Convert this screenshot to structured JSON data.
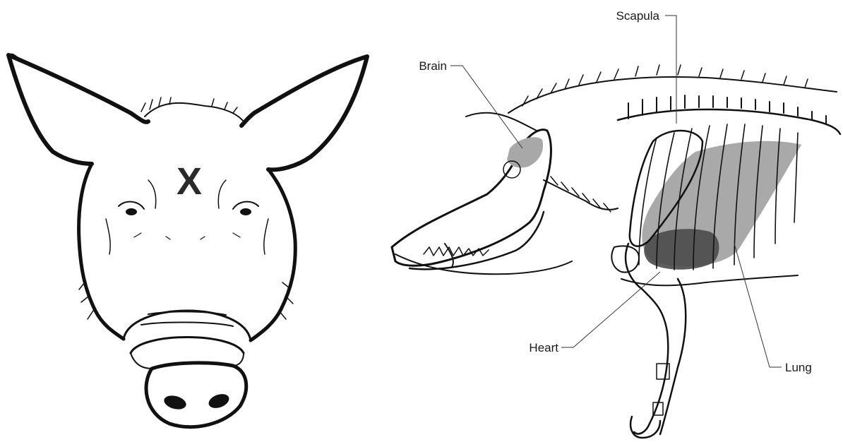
{
  "front_view": {
    "target_mark": "X"
  },
  "side_view": {
    "labels": {
      "scapula": "Scapula",
      "brain": "Brain",
      "heart": "Heart",
      "lung": "Lung"
    }
  },
  "colors": {
    "ink": "#111111",
    "lung_fill": "#9a9a9a",
    "heart_fill": "#4a4a4a",
    "brain_fill": "#a8a8a8"
  }
}
